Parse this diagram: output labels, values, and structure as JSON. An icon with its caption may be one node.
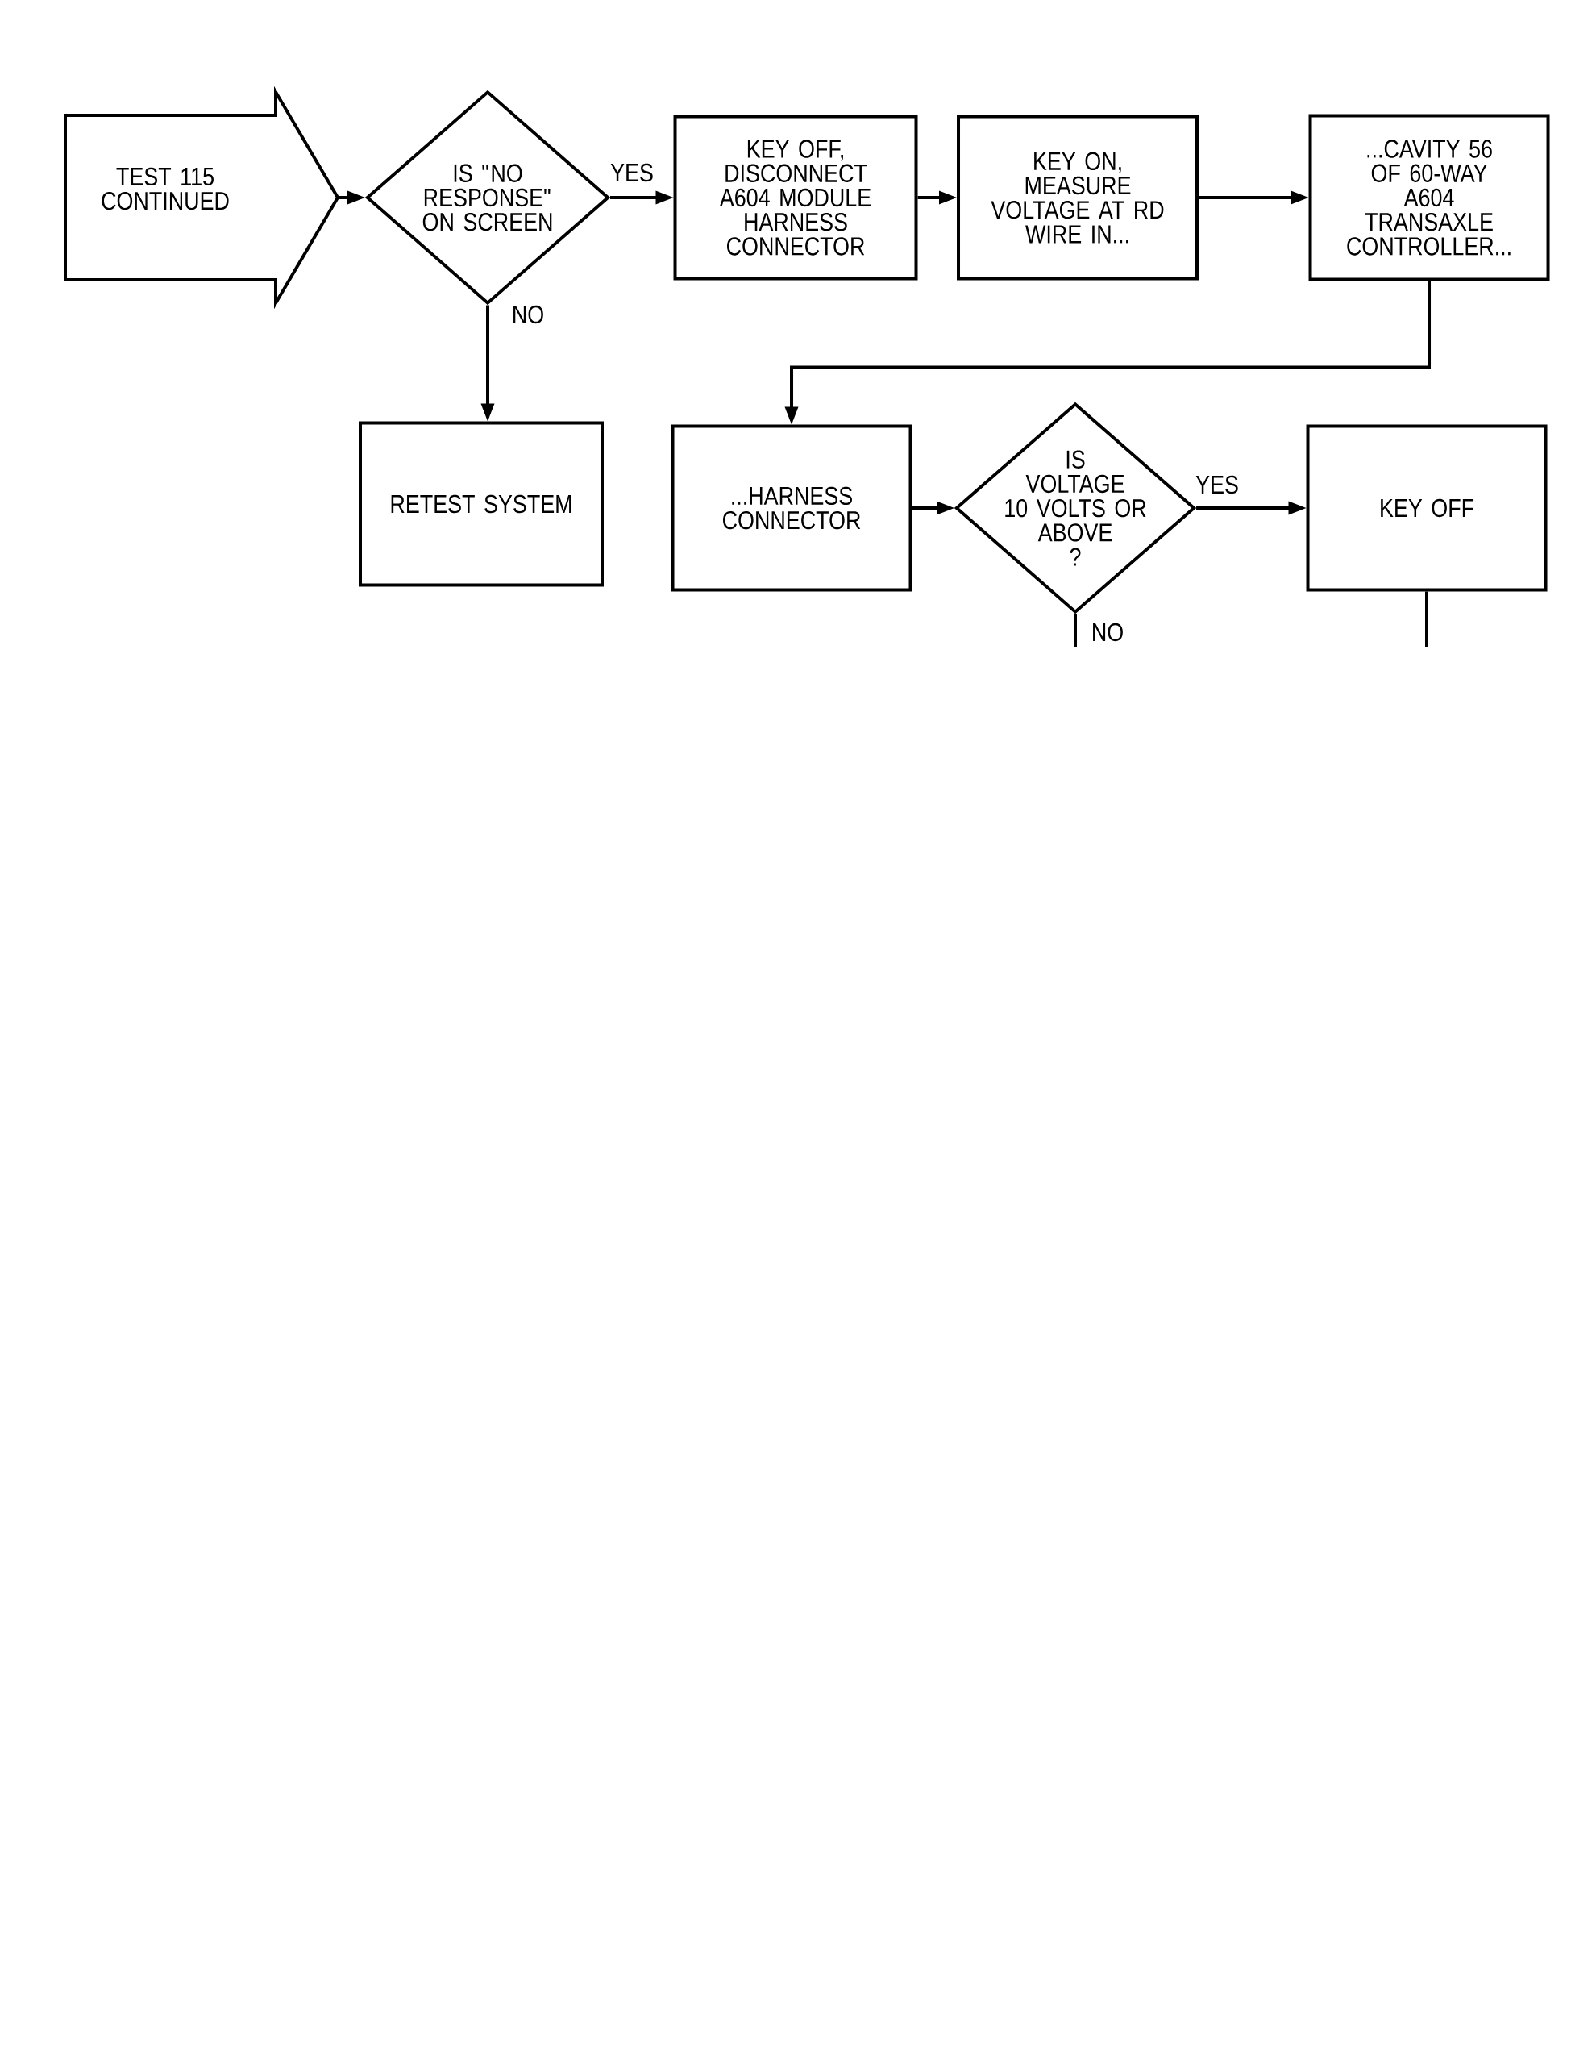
{
  "diagram": {
    "nodes": [
      {
        "text": [
          "TEST 115 CONTINUED"
        ]
      },
      {
        "text": [
          "IS \"NO RESPONSE\" ON SCREEN"
        ]
      },
      {
        "text": [
          "KEY OFF, DISCONNECT A604 MODULE HARNESS CONNECTOR"
        ]
      },
      {
        "text": [
          "KEY ON, MEASURE VOLTAGE AT RD WIRE IN..."
        ]
      },
      {
        "text": [
          "...CAVITY 56 OF 60-WAY A604 TRANSAXLE CONTROLLER..."
        ]
      },
      {
        "text": [
          "RETEST SYSTEM"
        ]
      },
      {
        "text": [
          "...HARNESS CONNECTOR"
        ]
      },
      {
        "text": [
          "IS VOLTAGE 10 VOLTS OR ABOVE ?"
        ]
      },
      {
        "text": [
          "KEY OFF"
        ]
      }
    ],
    "edges": [
      {
        "from": 0,
        "to": 1,
        "arrow": "to"
      },
      {
        "from": 1,
        "to": 2,
        "arrow": "to",
        "label": "YES"
      },
      {
        "from": 1,
        "to": 5,
        "arrow": "to",
        "label": "NO"
      },
      {
        "from": 2,
        "to": 3,
        "arrow": "to"
      },
      {
        "from": 3,
        "to": 4,
        "arrow": "to"
      },
      {
        "from": 4,
        "to": 6,
        "arrow": "to"
      },
      {
        "from": 6,
        "to": 7,
        "arrow": "to"
      },
      {
        "from": 7,
        "to": 8,
        "arrow": "to",
        "label": "YES"
      },
      {
        "from": 7,
        "to": null,
        "arrow": "none",
        "label": "NO"
      },
      {
        "from": 8,
        "to": null,
        "arrow": "none"
      }
    ]
  }
}
